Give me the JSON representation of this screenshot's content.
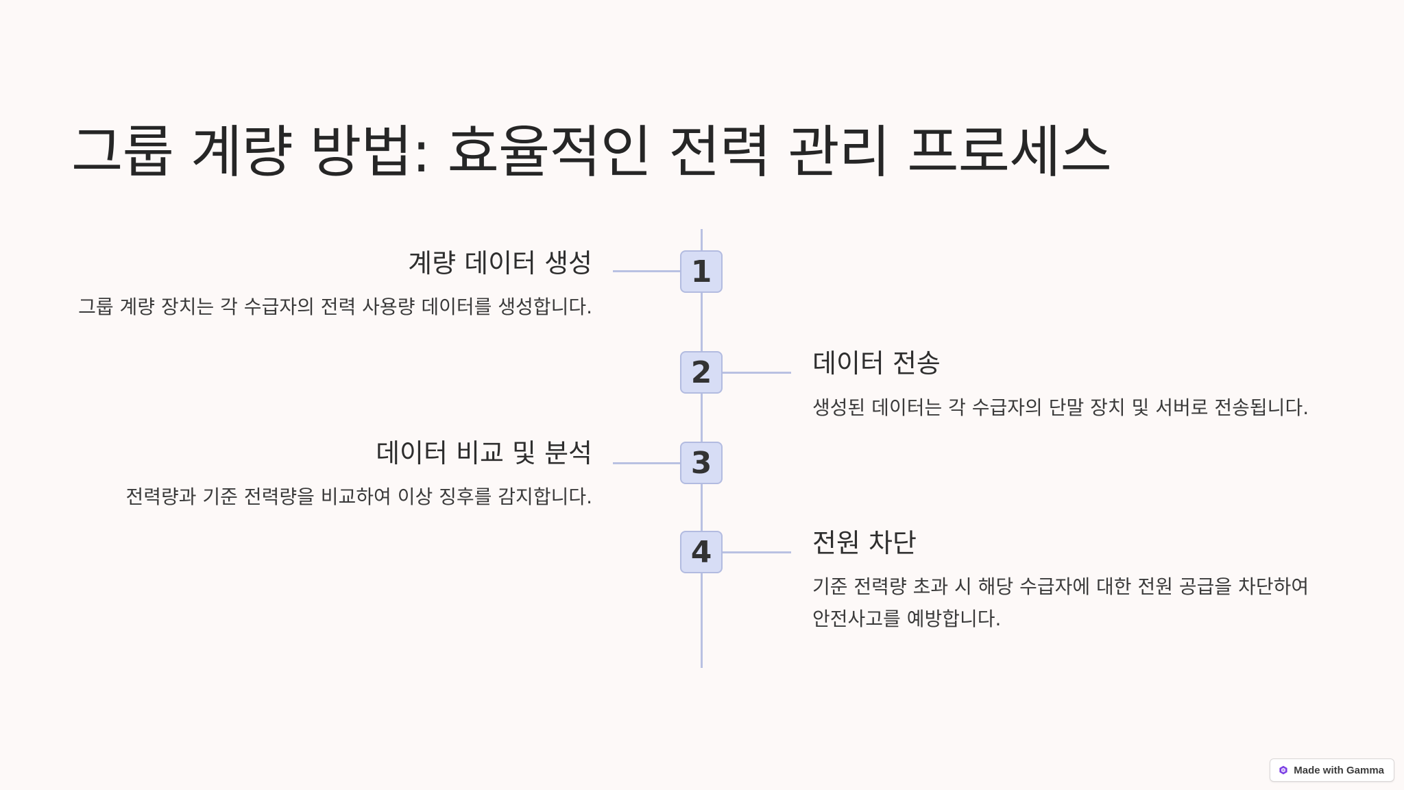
{
  "title": "그룹 계량 방법: 효율적인 전력 관리 프로세스",
  "steps": [
    {
      "number": "1",
      "title": "계량 데이터 생성",
      "description": "그룹 계량 장치는 각 수급자의 전력 사용량 데이터를 생성합니다."
    },
    {
      "number": "2",
      "title": "데이터 전송",
      "description": "생성된 데이터는 각 수급자의 단말 장치 및 서버로 전송됩니다."
    },
    {
      "number": "3",
      "title": "데이터 비교 및 분석",
      "description": "전력량과 기준 전력량을 비교하여 이상 징후를 감지합니다."
    },
    {
      "number": "4",
      "title": "전원 차단",
      "description": "기준 전력량 초과 시 해당 수급자에 대한 전원 공급을 차단하여 안전사고를 예방합니다."
    }
  ],
  "badge": {
    "label": "Made with Gamma",
    "icon": "gamma-logo-icon"
  },
  "colors": {
    "background": "#fdf9f8",
    "timeline": "#b9c1e2",
    "badge_fill": "#d7ddf5",
    "badge_border": "#b2bbe0",
    "gamma_icon": "#7b3fe4"
  }
}
